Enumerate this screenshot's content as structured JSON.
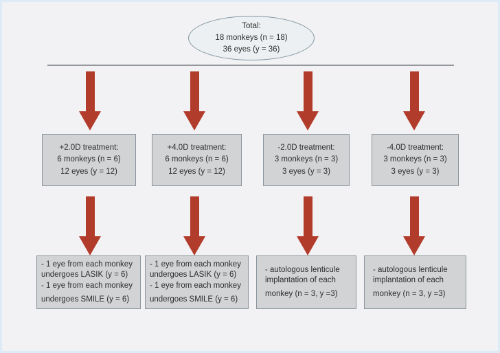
{
  "figure": {
    "total_node": {
      "line1": "Total:",
      "line2": "18 monkeys (n = 18)",
      "line3": "36 eyes (y = 36)"
    },
    "columns": [
      {
        "treatment": {
          "line1": "+2.0D treatment:",
          "line2": "6 monkeys (n = 6)",
          "line3": "12 eyes (y = 12)"
        },
        "procedure": {
          "line1": "- 1 eye from each monkey",
          "line2": "undergoes LASIK (y = 6)",
          "line3": "- 1 eye from each monkey",
          "line4": "undergoes SMILE (y = 6)"
        }
      },
      {
        "treatment": {
          "line1": "+4.0D treatment:",
          "line2": "6 monkeys (n = 6)",
          "line3": "12 eyes (y = 12)"
        },
        "procedure": {
          "line1": "- 1 eye from each monkey",
          "line2": "undergoes LASIK (y = 6)",
          "line3": "- 1 eye from each monkey",
          "line4": "undergoes SMILE (y = 6)"
        }
      },
      {
        "treatment": {
          "line1": "-2.0D treatment:",
          "line2": "3 monkeys (n = 3)",
          "line3": "3 eyes (y = 3)"
        },
        "procedure": {
          "line1": "- autologous lenticule",
          "line2": "implantation of each",
          "line3": "monkey (n = 3, y =3)"
        }
      },
      {
        "treatment": {
          "line1": "-4.0D treatment:",
          "line2": "3 monkeys (n = 3)",
          "line3": "3 eyes (y = 3)"
        },
        "procedure": {
          "line1": "- autologous lenticule",
          "line2": "implantation of each",
          "line3": "monkey (n = 3, y =3)"
        }
      }
    ],
    "colors": {
      "arrow": "#b23c2b",
      "box_fill": "#d2d3d4",
      "box_border": "#8b949c",
      "ellipse_fill": "#edf0f2",
      "ellipse_border": "#8195a0",
      "background": "#f2f2f4",
      "frame": "#ddeaf7",
      "divider": "#94989c",
      "text": "#2d2d2d"
    }
  }
}
